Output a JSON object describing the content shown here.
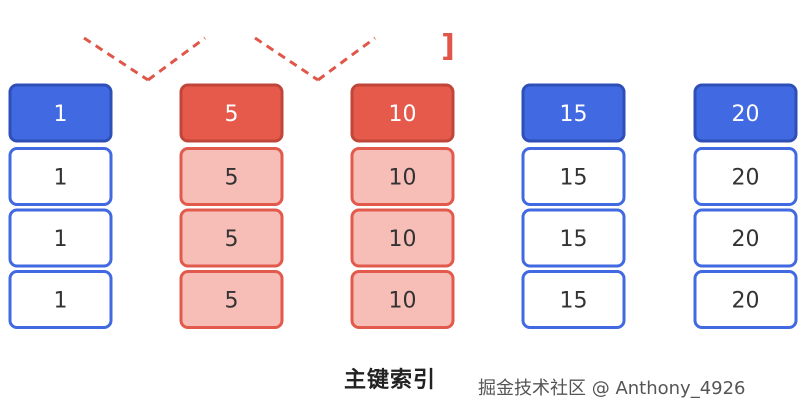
{
  "colors": {
    "blue": "#4169e1",
    "blue_fill": "#ffffff",
    "red": "#e25a4c",
    "red_header_fill": "#e65a4b",
    "red_cell_fill": "#f7bdb7",
    "red_dashed": "#e0574a"
  },
  "columns": [
    {
      "key": "1",
      "header": "1",
      "rows": [
        "1",
        "1",
        "1"
      ],
      "highlighted": false
    },
    {
      "key": "5",
      "header": "5",
      "rows": [
        "5",
        "5",
        "5"
      ],
      "highlighted": true
    },
    {
      "key": "10",
      "header": "10",
      "rows": [
        "10",
        "10",
        "10"
      ],
      "highlighted": true
    },
    {
      "key": "15",
      "header": "15",
      "rows": [
        "15",
        "15",
        "15"
      ],
      "highlighted": false
    },
    {
      "key": "20",
      "header": "20",
      "rows": [
        "20",
        "20",
        "20"
      ],
      "highlighted": false
    }
  ],
  "bracket_glyph": "]",
  "caption": "主键索引",
  "watermark": "掘金技术社区 @ Anthony_4926"
}
